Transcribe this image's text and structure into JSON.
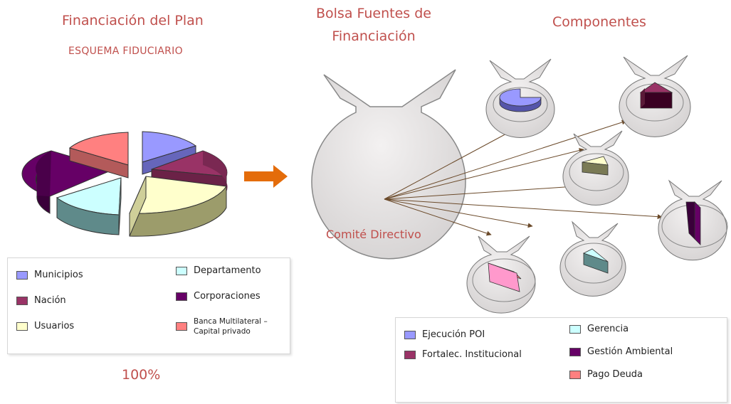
{
  "headings": {
    "plan_title": "Financiación del Plan",
    "plan_subtitle": "ESQUEMA FIDUCIARIO",
    "bolsa_title_line1": "Bolsa Fuentes de",
    "bolsa_title_line2": "Financiación",
    "componentes_title": "Componentes",
    "comite_label": "Comité Directivo",
    "percent_label": "100%"
  },
  "colors": {
    "title_red": "#c0504d",
    "municipios": "#9999ff",
    "nacion": "#993366",
    "usuarios": "#ffffcc",
    "departamento": "#ccffff",
    "corporaciones": "#660066",
    "banca": "#ff8080",
    "arrow_orange": "#e46c0a",
    "bag_fill": "#e6e4e4"
  },
  "sources_legend": [
    {
      "label": "Municipios",
      "color": "#9999ff"
    },
    {
      "label": "Nación",
      "color": "#993366"
    },
    {
      "label": "Usuarios",
      "color": "#ffffcc"
    },
    {
      "label": "Departamento",
      "color": "#ccffff"
    },
    {
      "label": "Corporaciones",
      "color": "#660066"
    },
    {
      "label": "Banca Multilateral – Capital privado",
      "color": "#ff8080"
    }
  ],
  "components_legend": [
    {
      "label": "Ejecución POI",
      "color": "#9999ff"
    },
    {
      "label": "Fortalec. Institucional",
      "color": "#993366"
    },
    {
      "label": "Gerencia",
      "color": "#ccffff"
    },
    {
      "label": "Gestión Ambiental",
      "color": "#660066"
    },
    {
      "label": "Pago Deuda",
      "color": "#ff8080"
    }
  ]
}
